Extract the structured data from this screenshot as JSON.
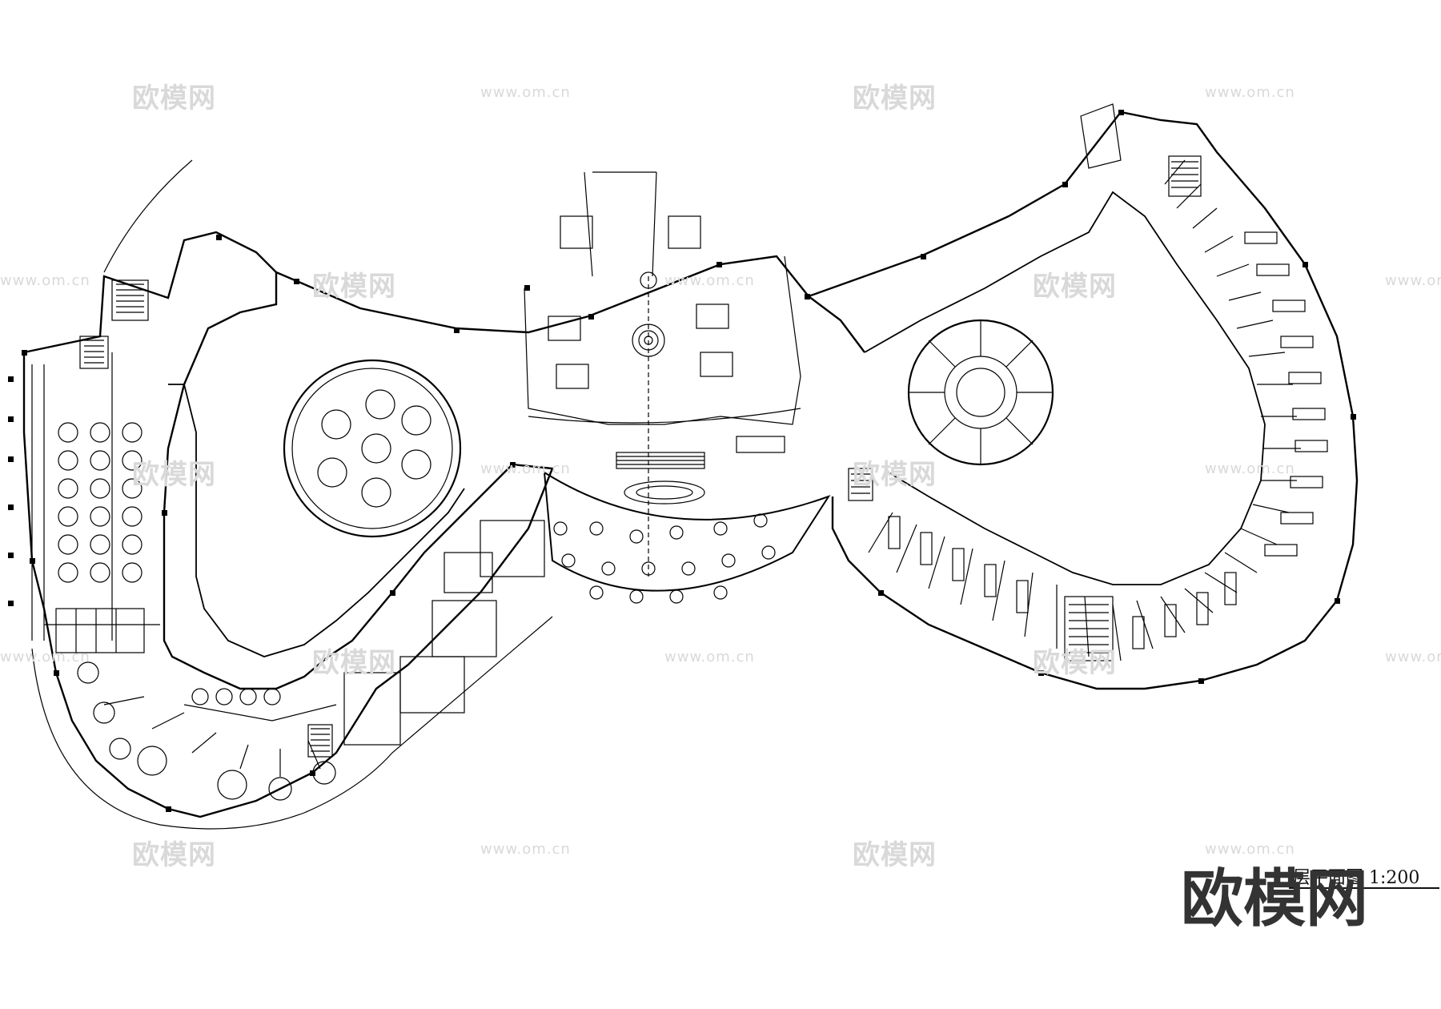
{
  "drawing": {
    "title": "层平面图 1:200",
    "logo": "欧模网",
    "watermark_logo": "欧模网",
    "watermark_url": "www.om.cn",
    "line_color": "#000000",
    "watermark_color": "#d9d9d9"
  }
}
